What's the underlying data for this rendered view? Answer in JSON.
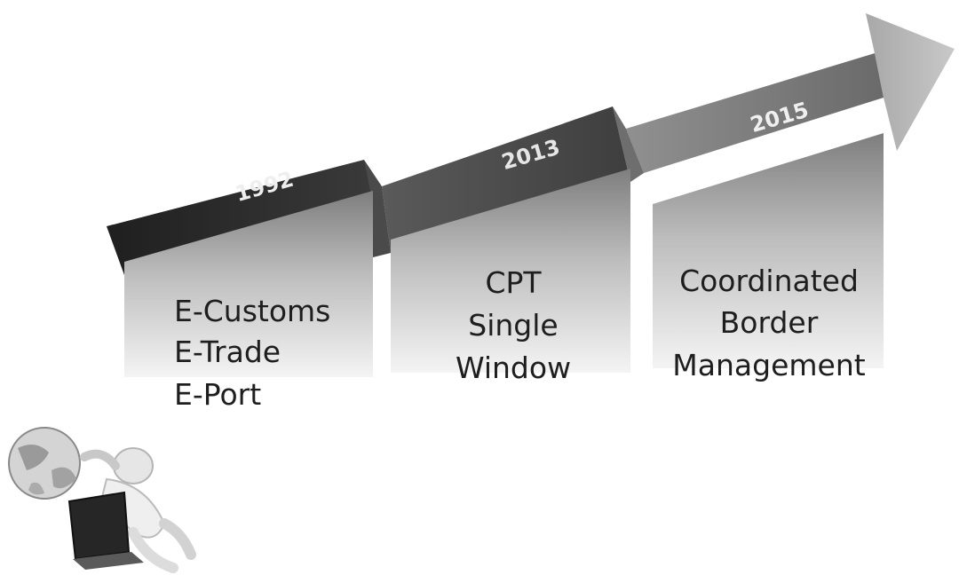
{
  "timeline": {
    "milestones": [
      {
        "year": "1992",
        "lines": [
          "E-Customs",
          "E-Trade",
          "E-Port"
        ]
      },
      {
        "year": "2013",
        "lines": [
          "CPT",
          "Single",
          "Window"
        ]
      },
      {
        "year": "2015",
        "lines": [
          "Coordinated",
          "Border",
          "Management"
        ]
      }
    ]
  },
  "colors": {
    "band_dark": "#2a2a2a",
    "band_mid": "#505050",
    "band_light": "#8c8c8c",
    "arrow_head": "#bdbdbd",
    "box_top": "#8a8a8a",
    "box_bottom": "#f2f2f2",
    "year_text": "#eeeeee"
  },
  "illustration": {
    "icon": "figure-with-globe-and-laptop-icon"
  }
}
